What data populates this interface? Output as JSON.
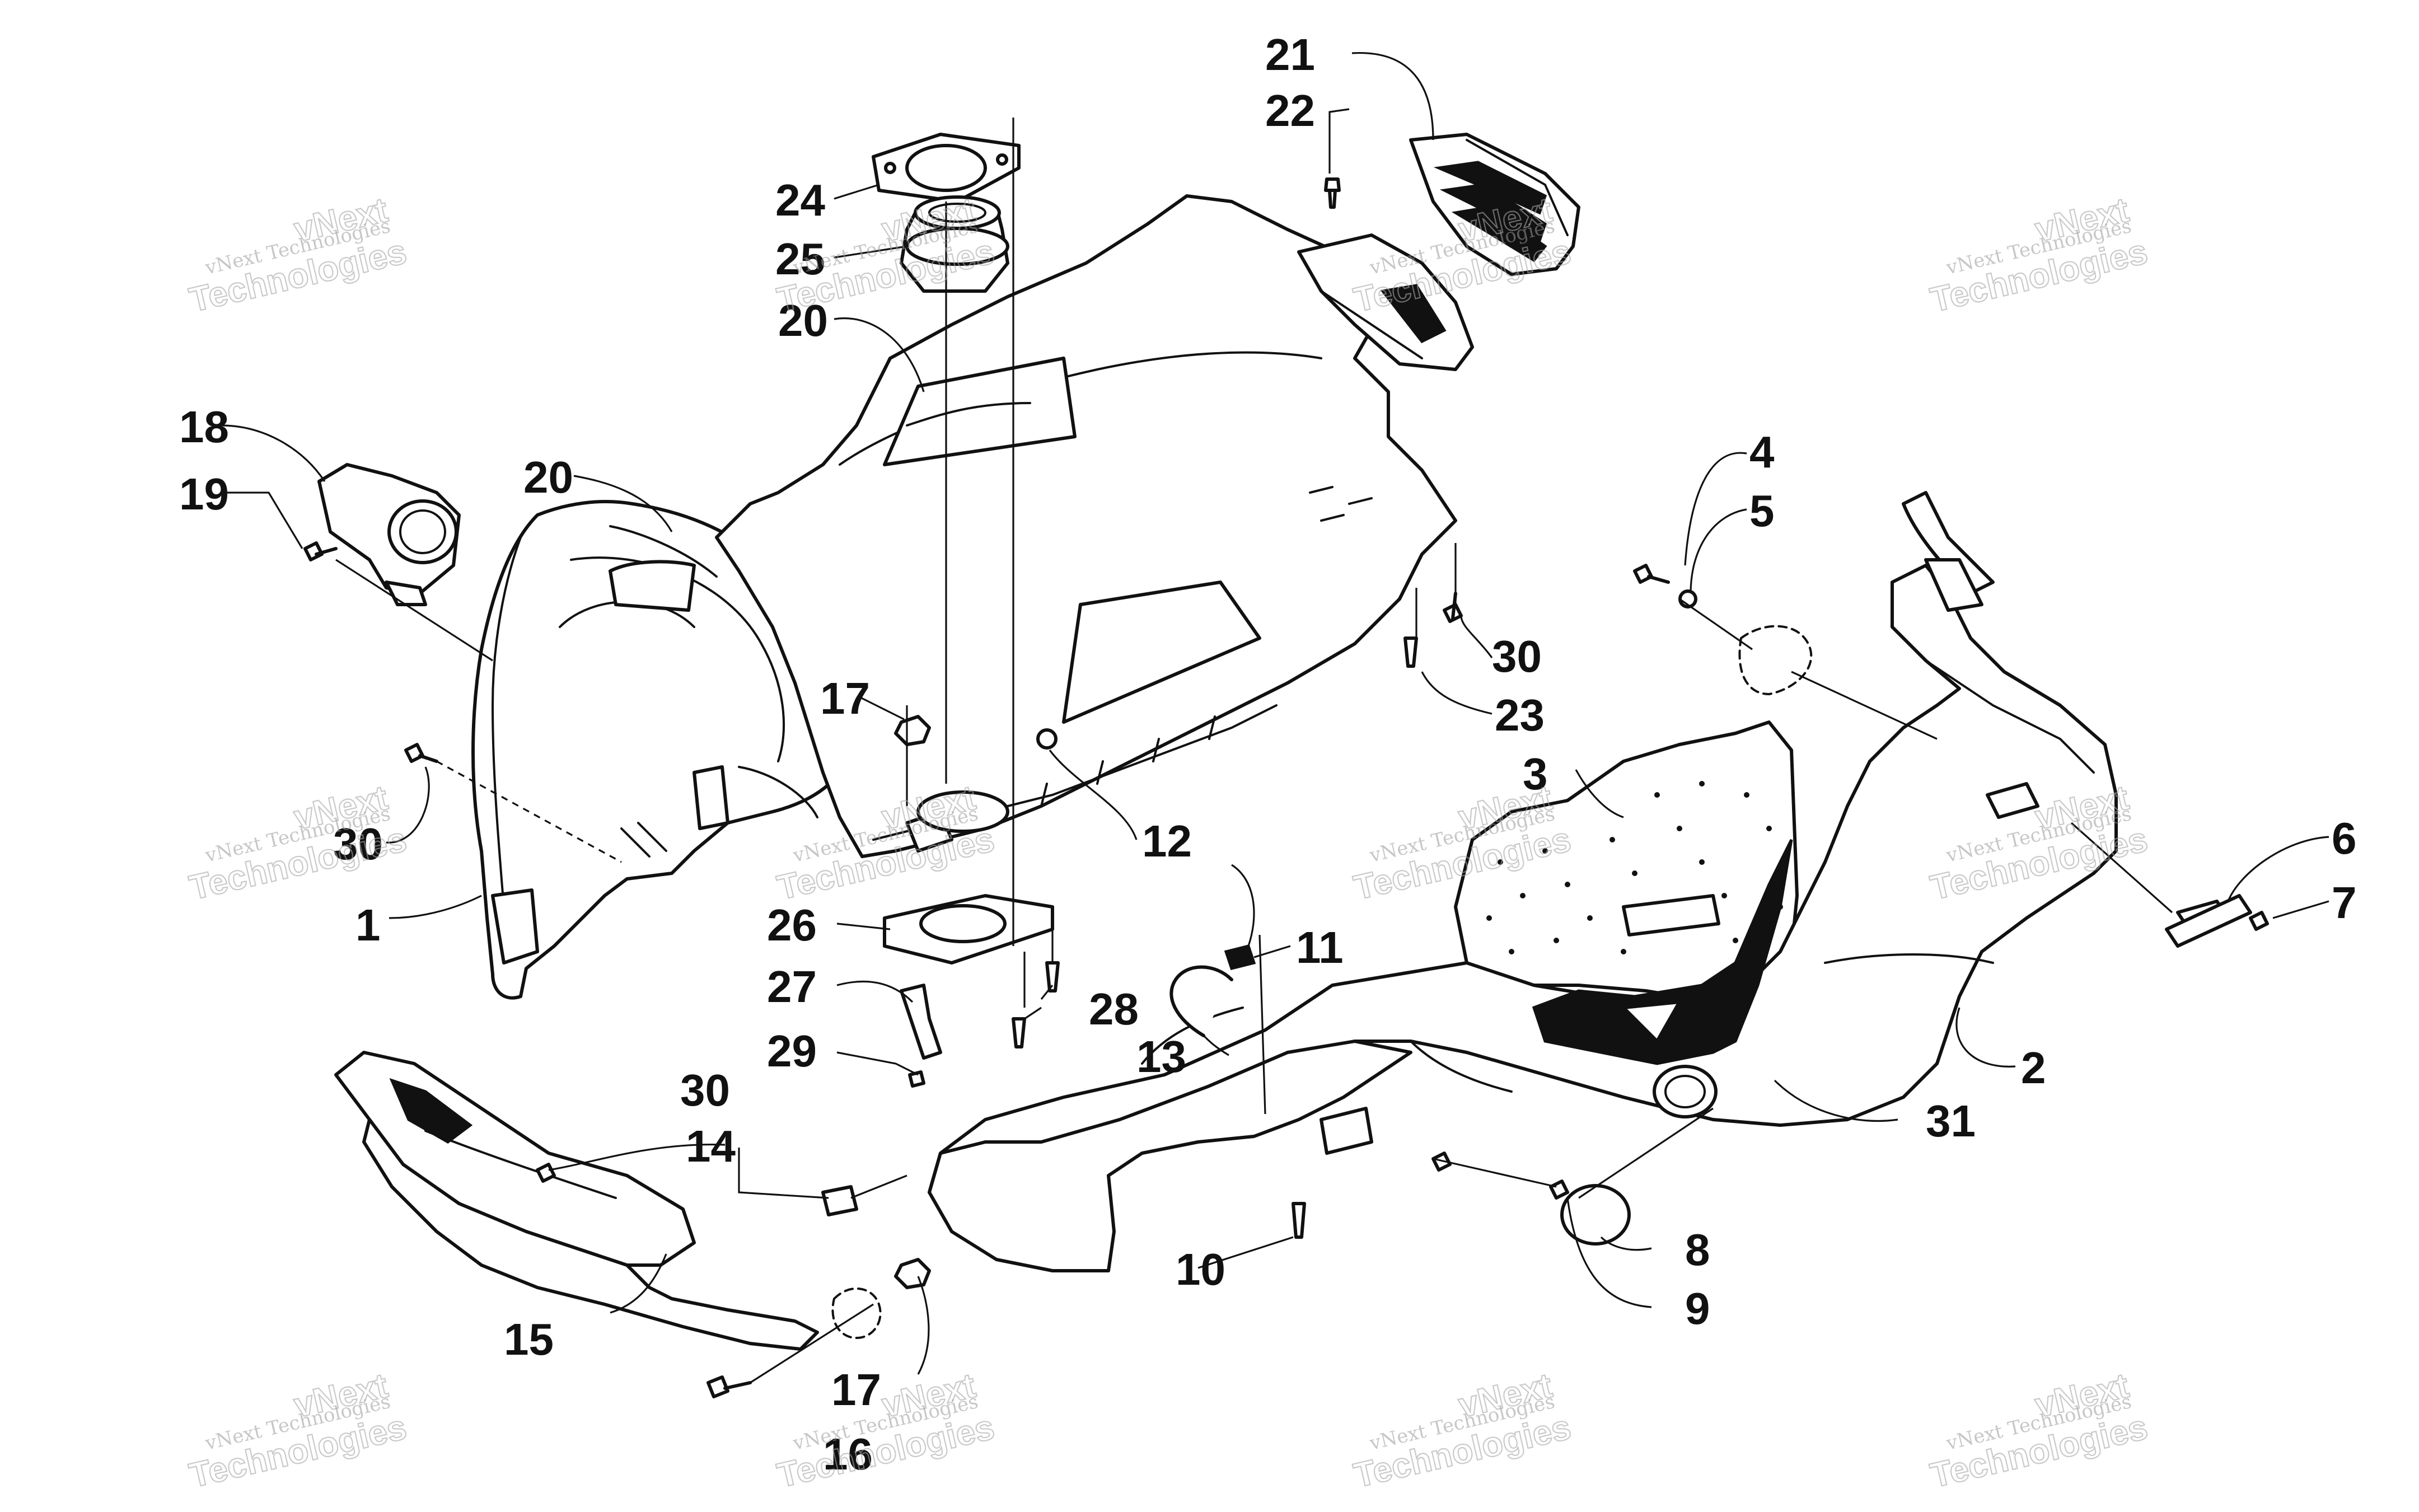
{
  "diagram": {
    "type": "exploded-parts-diagram",
    "callouts": [
      {
        "id": "c1",
        "text": "1"
      },
      {
        "id": "c2",
        "text": "2"
      },
      {
        "id": "c3",
        "text": "3"
      },
      {
        "id": "c4",
        "text": "4"
      },
      {
        "id": "c5",
        "text": "5"
      },
      {
        "id": "c6",
        "text": "6"
      },
      {
        "id": "c7",
        "text": "7"
      },
      {
        "id": "c8",
        "text": "8"
      },
      {
        "id": "c9",
        "text": "9"
      },
      {
        "id": "c10",
        "text": "10"
      },
      {
        "id": "c11",
        "text": "11"
      },
      {
        "id": "c12",
        "text": "12"
      },
      {
        "id": "c13",
        "text": "13"
      },
      {
        "id": "c14",
        "text": "14"
      },
      {
        "id": "c15",
        "text": "15"
      },
      {
        "id": "c16",
        "text": "16"
      },
      {
        "id": "c17a",
        "text": "17"
      },
      {
        "id": "c17b",
        "text": "17"
      },
      {
        "id": "c18",
        "text": "18"
      },
      {
        "id": "c19",
        "text": "19"
      },
      {
        "id": "c20a",
        "text": "20"
      },
      {
        "id": "c20b",
        "text": "20"
      },
      {
        "id": "c21",
        "text": "21"
      },
      {
        "id": "c22",
        "text": "22"
      },
      {
        "id": "c23",
        "text": "23"
      },
      {
        "id": "c24",
        "text": "24"
      },
      {
        "id": "c25",
        "text": "25"
      },
      {
        "id": "c26",
        "text": "26"
      },
      {
        "id": "c27",
        "text": "27"
      },
      {
        "id": "c28",
        "text": "28"
      },
      {
        "id": "c29",
        "text": "29"
      },
      {
        "id": "c30a",
        "text": "30"
      },
      {
        "id": "c30b",
        "text": "30"
      },
      {
        "id": "c30c",
        "text": "30"
      },
      {
        "id": "c31",
        "text": "31"
      }
    ]
  },
  "watermark": {
    "line1": "vNext Technologies",
    "line2": "vNext",
    "line3": "Technologies"
  }
}
